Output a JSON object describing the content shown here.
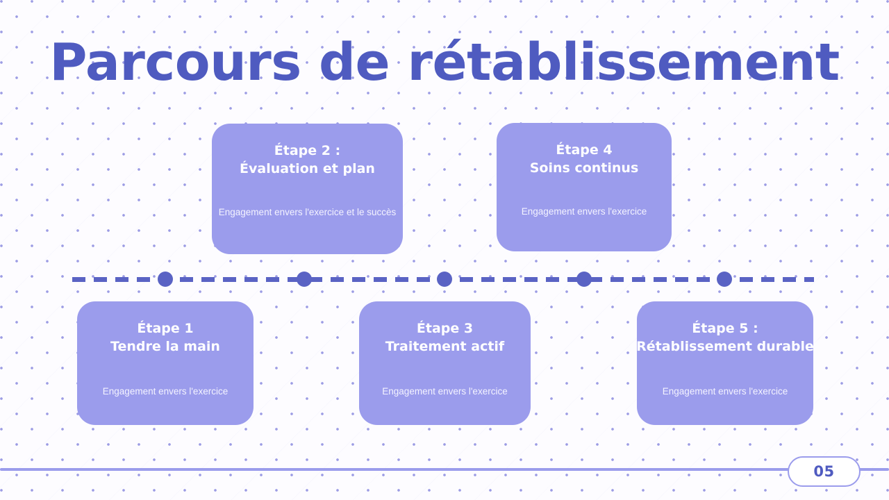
{
  "slide": {
    "title": "Parcours de rétablissement",
    "page_number": "05",
    "colors": {
      "background": "#fdfcff",
      "pattern_dot": "#8c8ce0",
      "title": "#4f5bc0",
      "card_fill": "#9b9cec",
      "timeline": "#5a63c4",
      "card_text": "#ffffff",
      "footer_rule": "#9b9cec"
    }
  },
  "timeline": {
    "node_count": 5,
    "node_positions_pct": [
      12.5,
      31.3,
      50.2,
      69.0,
      87.9
    ],
    "style": "dashed"
  },
  "steps": [
    {
      "id": "step-1",
      "title_line1": "Étape 1",
      "title_line2": "Tendre la main",
      "description": "Engagement envers l'exercice",
      "position": "below"
    },
    {
      "id": "step-2",
      "title_line1": "Étape 2 :",
      "title_line2": "Évaluation et plan",
      "description": "Engagement envers l'exercice et le succès",
      "position": "above"
    },
    {
      "id": "step-3",
      "title_line1": "Étape 3",
      "title_line2": "Traitement actif",
      "description": "Engagement envers l'exercice",
      "position": "below"
    },
    {
      "id": "step-4",
      "title_line1": "Étape 4",
      "title_line2": "Soins continus",
      "description": "Engagement envers l'exercice",
      "position": "above"
    },
    {
      "id": "step-5",
      "title_line1": "Étape 5 :",
      "title_line2": "Rétablissement durable",
      "description": "Engagement envers l'exercice",
      "position": "below"
    }
  ]
}
